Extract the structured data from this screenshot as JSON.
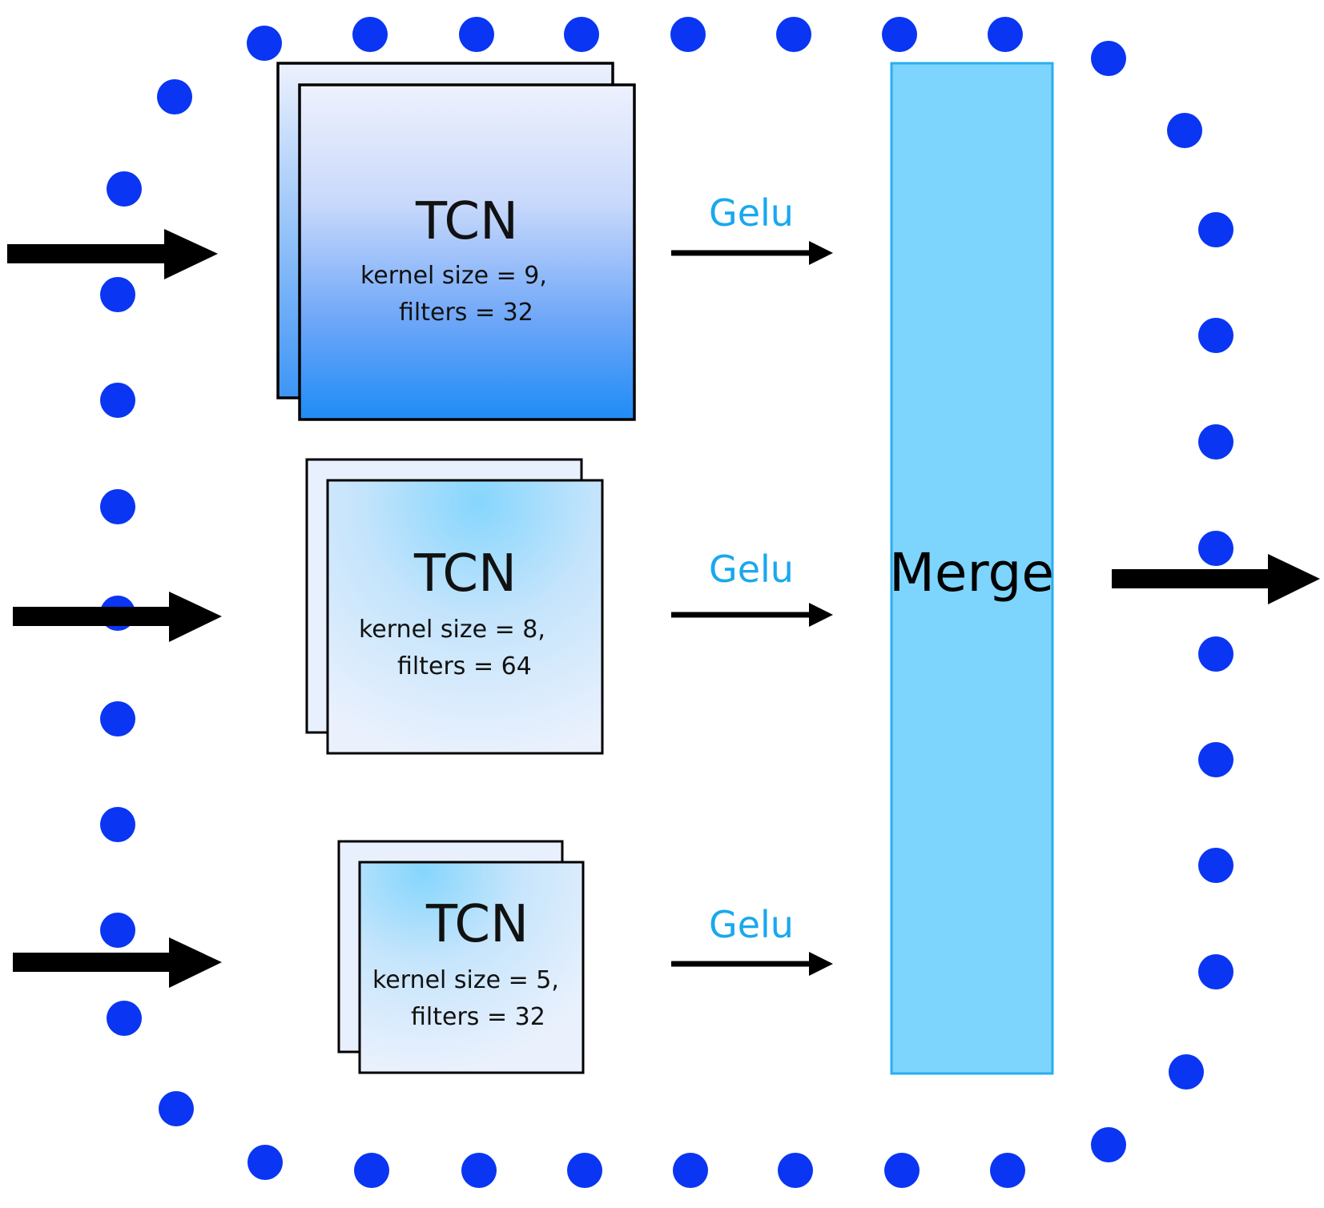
{
  "blocks": [
    {
      "title": "TCN",
      "param_line_1": "kernel size = 9,",
      "param_line_2": "filters = 32"
    },
    {
      "title": "TCN",
      "param_line_1": "kernel size = 8,",
      "param_line_2": "filters = 64"
    },
    {
      "title": "TCN",
      "param_line_1": "kernel size = 5,",
      "param_line_2": "filters = 32"
    }
  ],
  "activations": [
    "Gelu",
    "Gelu",
    "Gelu"
  ],
  "merge_label": "Merge",
  "colors": {
    "dot": "#0a35f2",
    "merge_fill": "#7dd4fc",
    "merge_stroke": "#29aef0",
    "activation_text": "#1aa8ee",
    "arrow": "#000000",
    "block1_top": "#eef1fd",
    "block1_bottom": "#1e8cf6",
    "block_light": "#dde9fb",
    "block_glow": "#8ad9fd"
  }
}
